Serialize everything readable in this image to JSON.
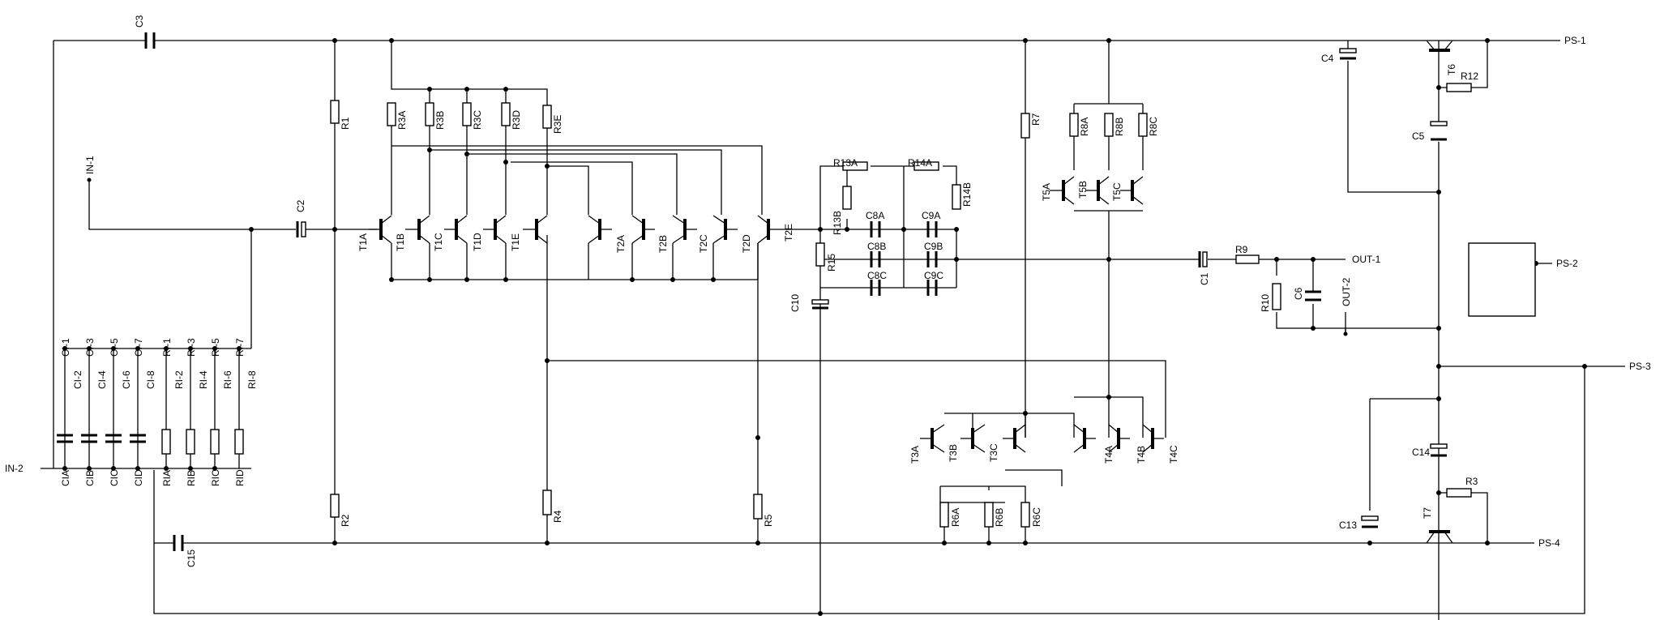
{
  "resistors": [
    "R1",
    "R2",
    "R3A",
    "R3B",
    "R3C",
    "R3D",
    "R3E",
    "R4",
    "R5",
    "R6A",
    "R6B",
    "R6C",
    "R7",
    "R8A",
    "R8B",
    "R8C",
    "R13A",
    "R13B",
    "R14A",
    "R14B",
    "R15",
    "R9",
    "R10",
    "R12",
    "R3",
    "RIA",
    "RIB",
    "RIC",
    "RID"
  ],
  "capacitors": [
    "C3",
    "C2",
    "C10",
    "C1",
    "C4",
    "C5",
    "C6",
    "C14",
    "C13",
    "C15",
    "C8A",
    "C8B",
    "C8C",
    "C9A",
    "C9B",
    "C9C",
    "CIA",
    "CIB",
    "CIC",
    "CID"
  ],
  "transistors": [
    "T1A",
    "T1B",
    "T1C",
    "T1D",
    "T1E",
    "T2A",
    "T2B",
    "T2C",
    "T2D",
    "T2E",
    "T3A",
    "T3B",
    "T3C",
    "T4A",
    "T4B",
    "T4C",
    "T5A",
    "T5B",
    "T5C",
    "T6",
    "T7"
  ],
  "nets": {
    "in1": "IN-1",
    "in2": "IN-2",
    "out1": "OUT-1",
    "out2": "OUT-2",
    "ps1": "PS-1",
    "ps2": "PS-2",
    "ps3": "PS-3",
    "ps4": "PS-4"
  },
  "input_taps": [
    "CI-1",
    "CI-2",
    "CI-3",
    "CI-4",
    "CI-5",
    "CI-6",
    "CI-7",
    "CI-8",
    "RI-1",
    "RI-2",
    "RI-3",
    "RI-4",
    "RI-5",
    "RI-6",
    "RI-7",
    "RI-8"
  ]
}
